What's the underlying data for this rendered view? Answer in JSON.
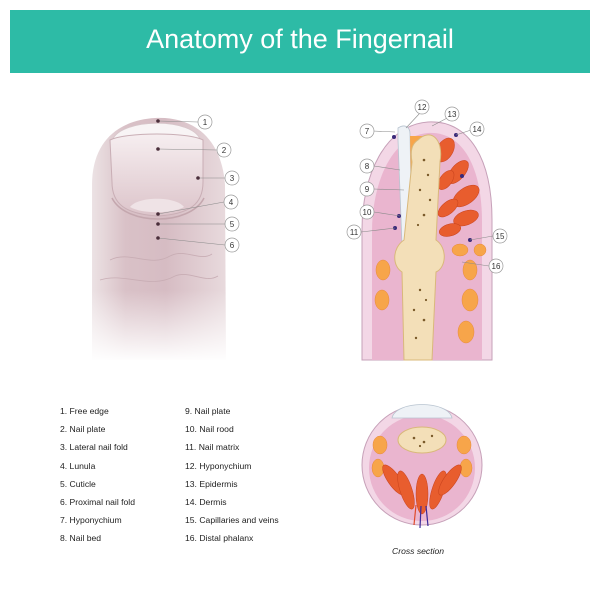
{
  "title": "Anatomy of the Fingernail",
  "finger_callouts": [
    "1",
    "2",
    "3",
    "4",
    "5",
    "6"
  ],
  "section_callouts": [
    "7",
    "8",
    "9",
    "10",
    "11",
    "12",
    "13",
    "14",
    "15",
    "16"
  ],
  "legend_left": [
    "1. Free edge",
    "2. Nail plate",
    "3. Lateral nail fold",
    "4. Lunula",
    "5. Cuticle",
    "6. Proximal nail fold",
    "7. Hyponychium",
    "8. Nail bed"
  ],
  "legend_right": [
    "9. Nail plate",
    "10. Nail rood",
    "11. Nail matrix",
    "12. Hyponychium",
    "13. Epidermis",
    "14. Dermis",
    "15. Capillaries and veins",
    "16. Distal phalanx"
  ],
  "cross_section_caption": "Cross section",
  "colors": {
    "banner": "#2dbba6",
    "skin": "#e2cbd0",
    "tissue_pink": "#eab5cf",
    "fat_orange": "#f7a54a",
    "muscle_red": "#e85d2e",
    "bone": "#f3dfb8"
  }
}
